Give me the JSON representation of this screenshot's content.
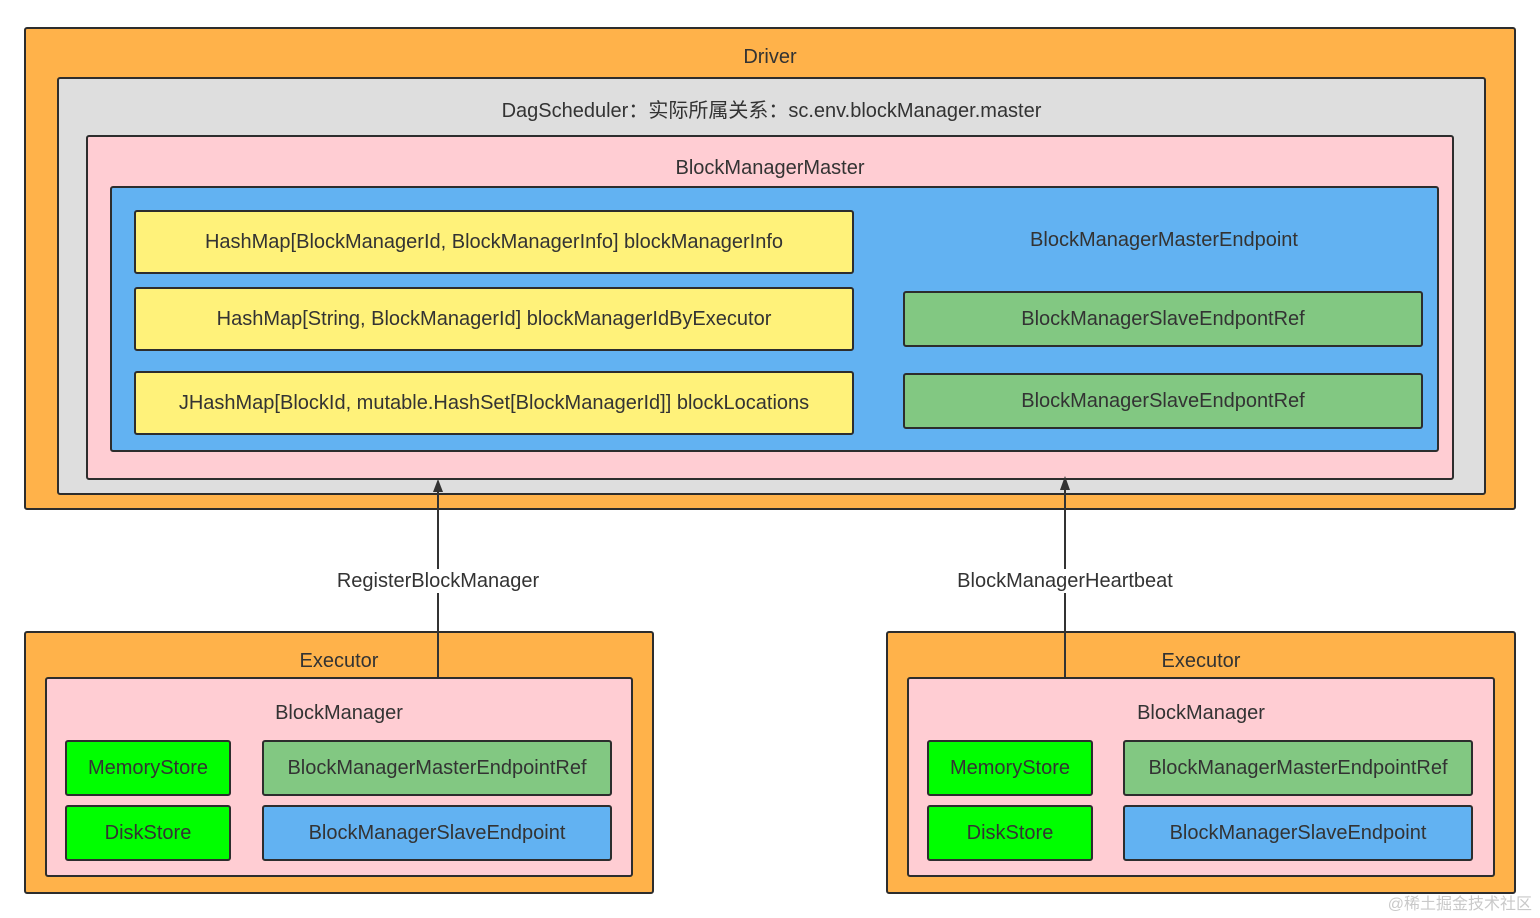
{
  "driver": {
    "title": "Driver",
    "dag_scheduler": {
      "title": "DagScheduler：实际所属关系：sc.env.blockManager.master",
      "block_manager_master": {
        "title": "BlockManagerMaster",
        "endpoint": {
          "title": "BlockManagerMasterEndpoint",
          "maps": [
            "HashMap[BlockManagerId, BlockManagerInfo] blockManagerInfo",
            "HashMap[String, BlockManagerId] blockManagerIdByExecutor",
            "JHashMap[BlockId, mutable.HashSet[BlockManagerId]] blockLocations"
          ],
          "slave_refs": [
            "BlockManagerSlaveEndpontRef",
            "BlockManagerSlaveEndpontRef"
          ]
        }
      }
    }
  },
  "edges": {
    "register": "RegisterBlockManager",
    "heartbeat": "BlockManagerHeartbeat"
  },
  "executors": [
    {
      "title": "Executor",
      "block_manager": {
        "title": "BlockManager",
        "memory_store": "MemoryStore",
        "disk_store": "DiskStore",
        "master_ref": "BlockManagerMasterEndpointRef",
        "slave_endpoint": "BlockManagerSlaveEndpoint"
      }
    },
    {
      "title": "Executor",
      "block_manager": {
        "title": "BlockManager",
        "memory_store": "MemoryStore",
        "disk_store": "DiskStore",
        "master_ref": "BlockManagerMasterEndpointRef",
        "slave_endpoint": "BlockManagerSlaveEndpoint"
      }
    }
  ],
  "watermark": "@稀土掘金技术社区",
  "colors": {
    "orange": "#ffb24a",
    "grey": "#dedede",
    "pink": "#ffcdd3",
    "blue": "#62b2f2",
    "yellow": "#fff27a",
    "green": "#82c882",
    "bright_green": "#00ff00"
  }
}
